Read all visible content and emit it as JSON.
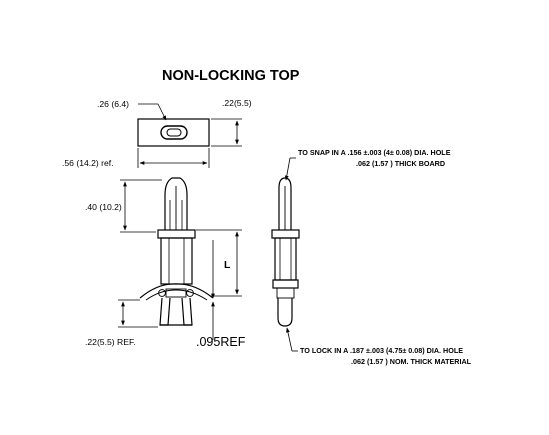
{
  "title": "NON-LOCKING TOP",
  "dimensions": {
    "top_left": ".26 (6.4)",
    "top_right": ".22(5.5)",
    "overall_length": ".56 (14.2) ref.",
    "head_height": ".40 (10.2)",
    "base_ref": ".22(5.5) REF.",
    "lock_ref": ".095REF",
    "variable_length": "L"
  },
  "notes": {
    "snap_line1": "TO SNAP IN A .156 ±.003 (4± 0.08) DIA. HOLE",
    "snap_line2": ".062 (1.57 ) THICK BOARD",
    "lock_line1": "TO LOCK IN A  .187 ±.003 (4.75± 0.08) DIA. HOLE",
    "lock_line2": ".062 (1.57 ) NOM. THICK MATERIAL"
  }
}
